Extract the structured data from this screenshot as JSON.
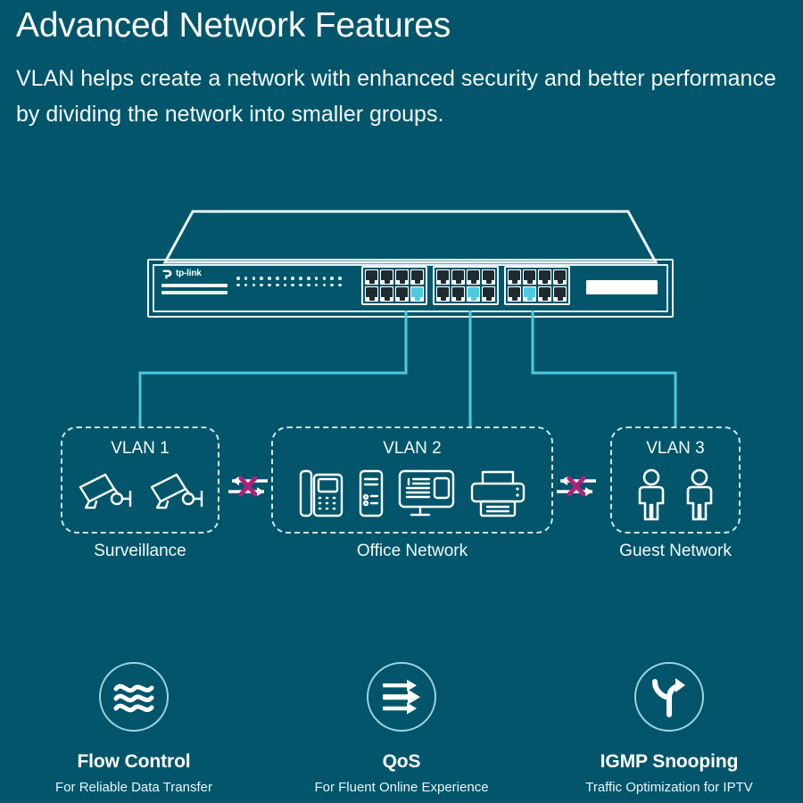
{
  "header": {
    "title": "Advanced Network Features",
    "subtitle": "VLAN helps create a network with enhanced security and better performance by dividing the network into smaller groups."
  },
  "colors": {
    "background": "#02556b",
    "outline": "#eaf8fb",
    "active_port": "#4ec9e0",
    "cable": "#4ec9e0",
    "block_x": "#b0217a",
    "text": "#ffffff"
  },
  "device": {
    "name": "rack-mount-switch",
    "brand": "tp-link",
    "led_rows": 2,
    "leds_per_row": 14,
    "port_groups": 3,
    "ports_per_group": 8,
    "active_ports": [
      "group1-bottom-4",
      "group2-bottom-3",
      "group3-bottom-2"
    ]
  },
  "vlans": [
    {
      "id": "vlan-1",
      "title": "VLAN 1",
      "caption": "Surveillance",
      "devices": [
        "security-camera",
        "security-camera"
      ]
    },
    {
      "id": "vlan-2",
      "title": "VLAN 2",
      "caption": "Office Network",
      "devices": [
        "desk-phone",
        "desktop-tower",
        "monitor",
        "printer"
      ]
    },
    {
      "id": "vlan-3",
      "title": "VLAN 3",
      "caption": "Guest Network",
      "devices": [
        "person",
        "person"
      ]
    }
  ],
  "blocked_links": [
    {
      "id": "block-vlan1-vlan2",
      "icon": "blocked-traffic-x"
    },
    {
      "id": "block-vlan2-vlan3",
      "icon": "blocked-traffic-x"
    }
  ],
  "features": [
    {
      "icon": "flow-waves-icon",
      "title": "Flow Control",
      "subtitle": "For Reliable Data Transfer"
    },
    {
      "icon": "qos-arrows-icon",
      "title": "QoS",
      "subtitle": "For Fluent Online Experience"
    },
    {
      "icon": "igmp-branch-arrow-icon",
      "title": "IGMP Snooping",
      "subtitle": "Traffic Optimization for IPTV"
    }
  ]
}
